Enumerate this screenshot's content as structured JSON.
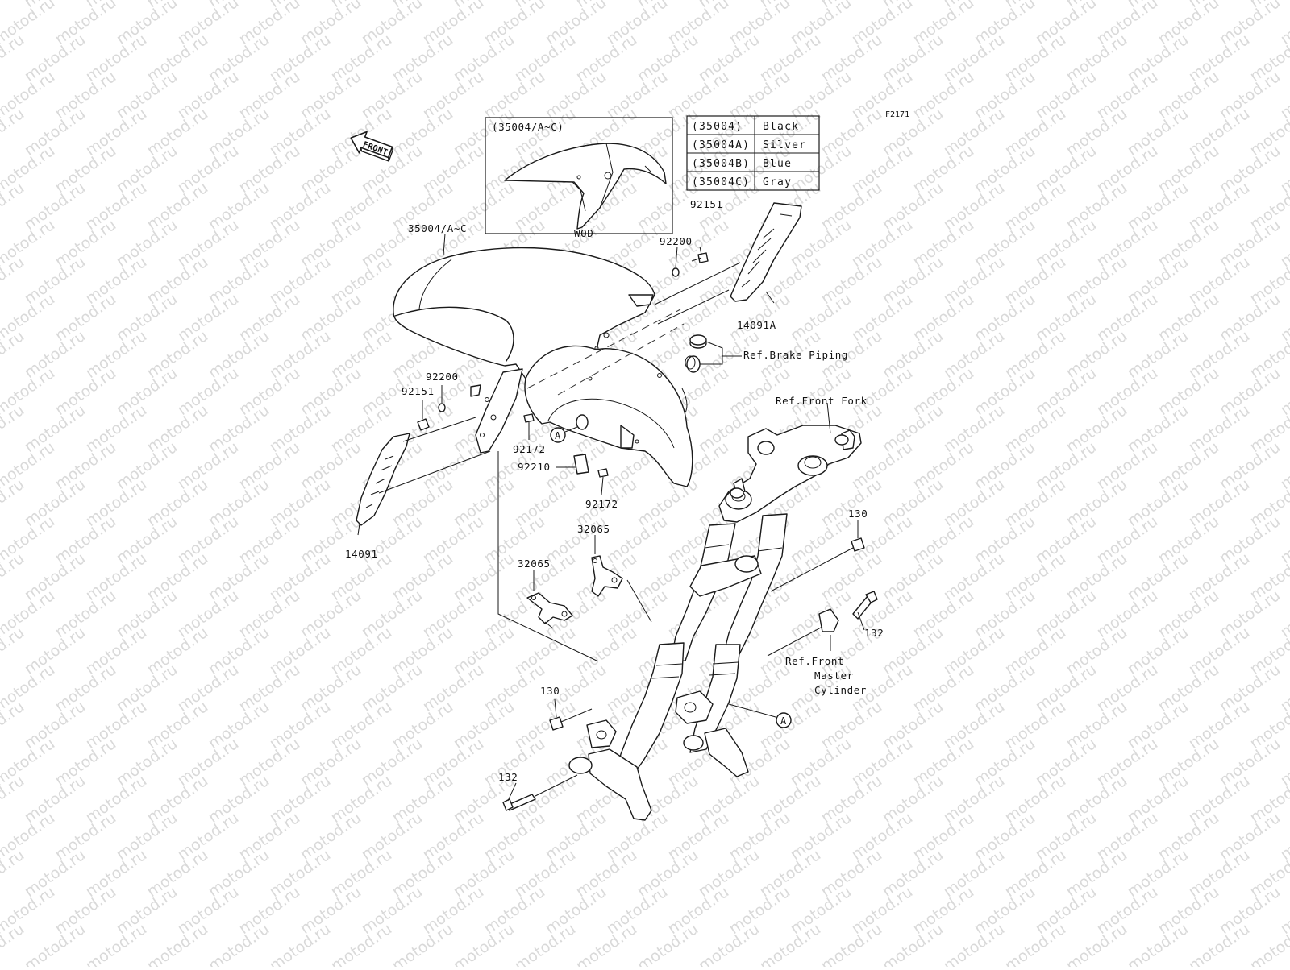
{
  "diagram_code": "F2171",
  "watermark": "motod.ru",
  "front_arrow": "FRONT",
  "color_table": {
    "rows": [
      {
        "code": "(35004)",
        "color": "Black"
      },
      {
        "code": "(35004A)",
        "color": "Silver"
      },
      {
        "code": "(35004B)",
        "color": "Blue"
      },
      {
        "code": "(35004C)",
        "color": "Gray"
      }
    ]
  },
  "inset": {
    "title": "(35004/A~C)",
    "caption": "WOD"
  },
  "callouts": {
    "fender": "35004/A~C",
    "bolt_right": "92151",
    "washer_right": "92200",
    "cover_right": "14091A",
    "ref_brake": "Ref.Brake Piping",
    "ref_fork": "Ref.Front Fork",
    "washer_left": "92200",
    "bolt_left": "92151",
    "screw_upper": "92172",
    "grommet": "92210",
    "screw_lower": "92172",
    "cover_left": "14091",
    "stay_upper": "32065",
    "stay_lower": "32065",
    "bolt130_right": "130",
    "bolt132_right": "132",
    "ref_master_1": "Ref.Front",
    "ref_master_2": "Master",
    "ref_master_3": "Cylinder",
    "bolt130_left": "130",
    "bolt132_left": "132",
    "marker_a": "A"
  },
  "colors": {
    "line": "#1a1a1a",
    "watermark": "#b9b9b9",
    "background": "#ffffff"
  }
}
